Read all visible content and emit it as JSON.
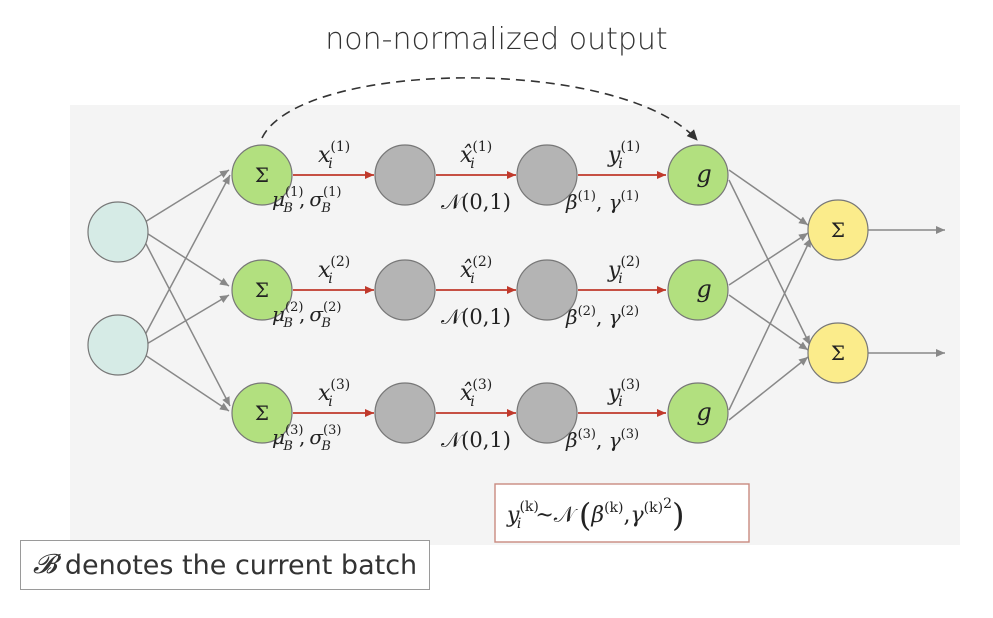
{
  "title": "non-normalized output",
  "caption": {
    "symbol": "𝓑",
    "text": "denotes the current batch"
  },
  "formula": {
    "left": "y",
    "sub": "i",
    "sup": "(k)",
    "dist": "~𝒩",
    "beta": "β",
    "beta_sup": "(k)",
    "comma": ",",
    "gamma": "γ",
    "gamma_sup": "(k)",
    "power": "2"
  },
  "node_symbols": {
    "sum": "Σ",
    "g": "g"
  },
  "rows": [
    {
      "x_label": "x",
      "x_sub": "i",
      "x_sup": "(1)",
      "xhat_label": "x̂",
      "xhat_sub": "i",
      "xhat_sup": "(1)",
      "y_label": "y",
      "y_sub": "i",
      "y_sup": "(1)",
      "mu": "μ",
      "mu_sub": "B",
      "mu_sup": "(1)",
      "sigma": "σ",
      "sigma_sub": "B",
      "sigma_sup": "(1)",
      "normal": "𝒩(0,1)",
      "beta": "β",
      "beta_sup": "(1)",
      "gamma": "γ",
      "gamma_sup": "(1)"
    },
    {
      "x_label": "x",
      "x_sub": "i",
      "x_sup": "(2)",
      "xhat_label": "x̂",
      "xhat_sub": "i",
      "xhat_sup": "(2)",
      "y_label": "y",
      "y_sub": "i",
      "y_sup": "(2)",
      "mu": "μ",
      "mu_sub": "B",
      "mu_sup": "(2)",
      "sigma": "σ",
      "sigma_sub": "B",
      "sigma_sup": "(2)",
      "normal": "𝒩(0,1)",
      "beta": "β",
      "beta_sup": "(2)",
      "gamma": "γ",
      "gamma_sup": "(2)"
    },
    {
      "x_label": "x",
      "x_sub": "i",
      "x_sup": "(3)",
      "xhat_label": "x̂",
      "xhat_sub": "i",
      "xhat_sup": "(3)",
      "y_label": "y",
      "y_sub": "i",
      "y_sup": "(3)",
      "mu": "μ",
      "mu_sub": "B",
      "mu_sup": "(3)",
      "sigma": "σ",
      "sigma_sub": "B",
      "sigma_sup": "(3)",
      "normal": "𝒩(0,1)",
      "beta": "β",
      "beta_sup": "(3)",
      "gamma": "γ",
      "gamma_sup": "(3)"
    }
  ],
  "colors": {
    "panel": "#f4f4f4",
    "input_node": "#d6ebe6",
    "sum_node": "#b2e07f",
    "grey_node": "#b4b4b4",
    "output_node": "#fbec8b",
    "edge": "#888888",
    "red_edge": "#c0392b",
    "dashed": "#333333",
    "formula_border": "#c98a80"
  }
}
